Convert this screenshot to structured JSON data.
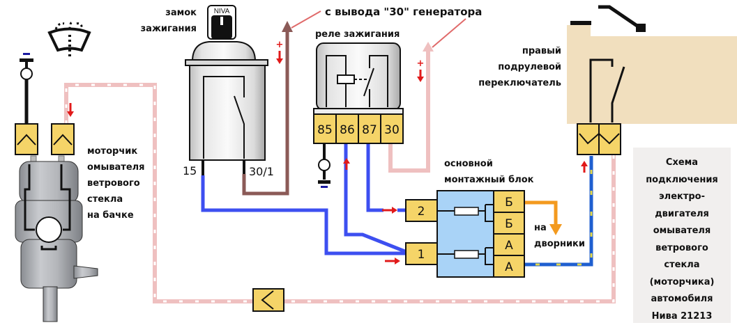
{
  "title": {
    "lines": [
      "Схема",
      "подключения",
      "электро-",
      "двигателя",
      "омывателя",
      "ветрового",
      "стекла",
      "(моторчика)",
      "автомобиля",
      "Нива 21213"
    ]
  },
  "labels": {
    "ignition_lock": [
      "замок",
      "зажигания"
    ],
    "ignition_brand": "NIVA",
    "generator_source": "с вывода \"30\" генератора",
    "ignition_relay": "реле зажигания",
    "right_stalk_switch": [
      "правый",
      "подрулевой",
      "переключатель"
    ],
    "washer_motor": [
      "моторчик",
      "омывателя",
      "ветрового",
      "стекла",
      "на бачке"
    ],
    "main_fuse_block": [
      "основной",
      "монтажный блок"
    ],
    "to_wipers": [
      "на",
      "дворники"
    ],
    "lock_pin_15": "15",
    "lock_pin_30_1": "30/1",
    "plus_sign": "+",
    "minus_sign": "–"
  },
  "relay_pins": [
    "85",
    "86",
    "87",
    "30"
  ],
  "fuse_block": {
    "input_pins": [
      "2",
      "1"
    ],
    "output_pins": [
      "Б",
      "Б",
      "А",
      "А"
    ]
  },
  "colors": {
    "connector_yellow": "#f5d468",
    "wire_blue": "#3d4ff0",
    "wire_brown": "#8b5a57",
    "wire_pink": "#efc0c0",
    "wire_orange": "#f39a1f",
    "fuse_block_bg": "#a9d3f7",
    "switch_body": "#f1dfbe",
    "arrow_red": "#e11a1a",
    "minus_blue": "#1a1aa0"
  },
  "icons": {
    "windshield_washer": "windshield-washer-icon"
  }
}
